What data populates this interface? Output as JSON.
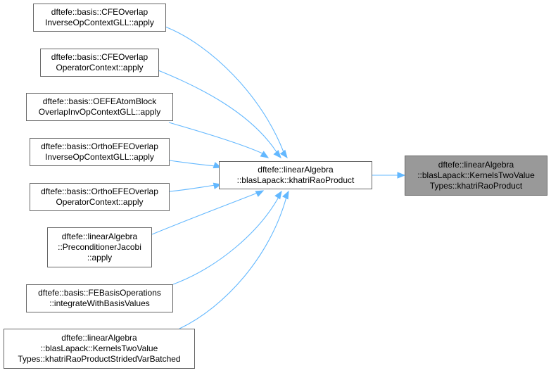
{
  "graph": {
    "target": {
      "lines": [
        "dftefe::linearAlgebra",
        "::blasLapack::KernelsTwoValue",
        "Types::khatriRaoProduct"
      ]
    },
    "center": {
      "lines": [
        "dftefe::linearAlgebra",
        "::blasLapack::khatriRaoProduct"
      ]
    },
    "callers": [
      {
        "lines": [
          "dftefe::basis::CFEOverlap",
          "InverseOpContextGLL::apply"
        ]
      },
      {
        "lines": [
          "dftefe::basis::CFEOverlap",
          "OperatorContext::apply"
        ]
      },
      {
        "lines": [
          "dftefe::basis::OEFEAtomBlock",
          "OverlapInvOpContextGLL::apply"
        ]
      },
      {
        "lines": [
          "dftefe::basis::OrthoEFEOverlap",
          "InverseOpContextGLL::apply"
        ]
      },
      {
        "lines": [
          "dftefe::basis::OrthoEFEOverlap",
          "OperatorContext::apply"
        ]
      },
      {
        "lines": [
          "dftefe::linearAlgebra",
          "::PreconditionerJacobi",
          "::apply"
        ]
      },
      {
        "lines": [
          "dftefe::basis::FEBasisOperations",
          "::integrateWithBasisValues"
        ]
      },
      {
        "lines": [
          "dftefe::linearAlgebra",
          "::blasLapack::KernelsTwoValue",
          "Types::khatriRaoProductStridedVarBatched"
        ]
      }
    ],
    "colors": {
      "edge": "#63b8ff",
      "node_border": "#666666",
      "target_fill": "#999999"
    }
  }
}
